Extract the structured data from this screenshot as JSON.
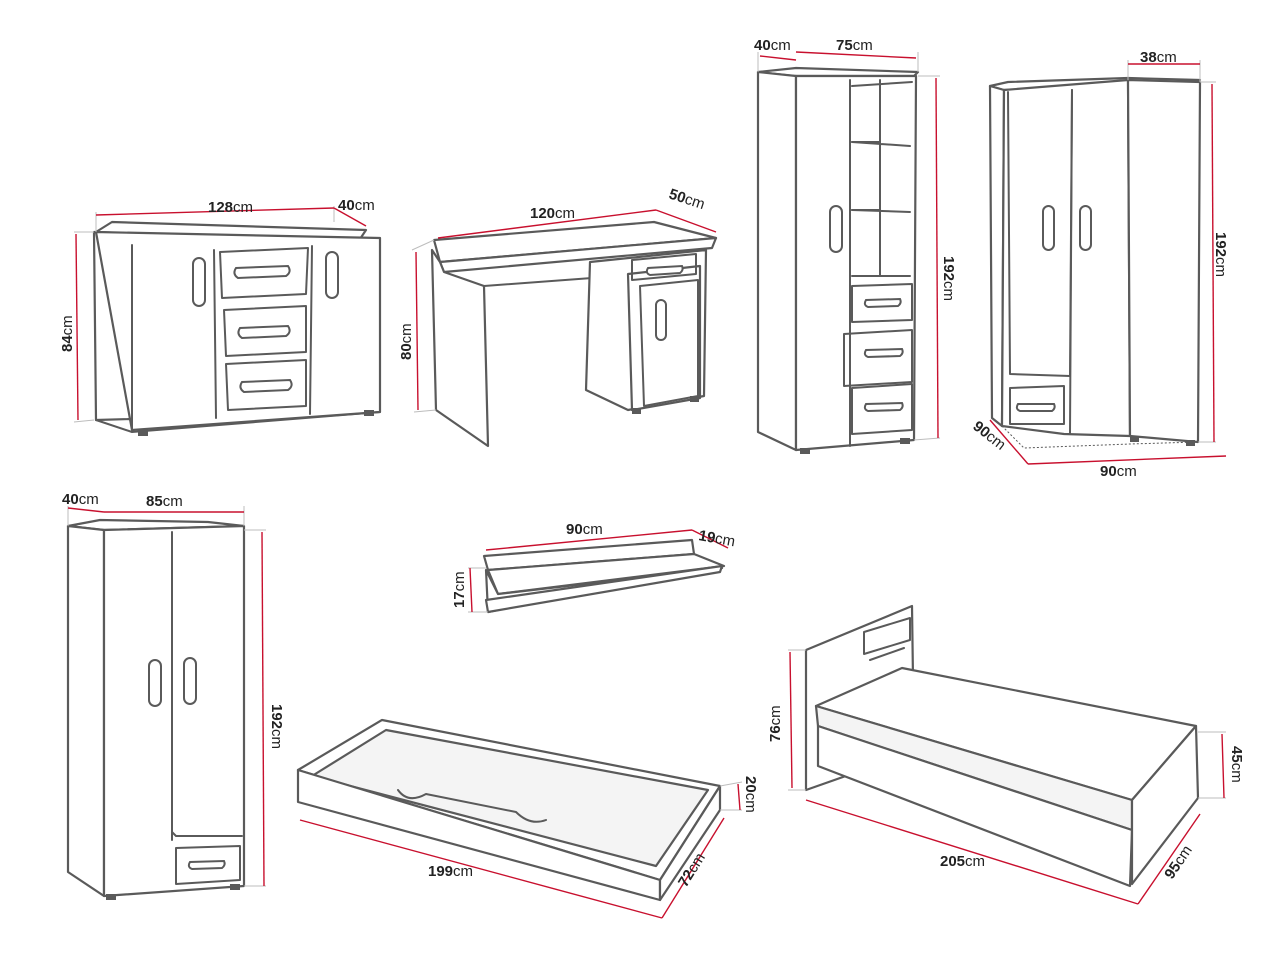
{
  "colors": {
    "dimension_line": "#c8102e",
    "outline": "#5a5a5a",
    "background": "#ffffff"
  },
  "unit": "cm",
  "pieces": {
    "dresser": {
      "width": "128",
      "depth": "40",
      "height": "84"
    },
    "desk": {
      "width": "120",
      "depth": "50",
      "height": "80"
    },
    "tall_cabinet": {
      "depth": "40",
      "width": "75",
      "height": "192"
    },
    "corner_wardrobe": {
      "side": "38",
      "height": "192",
      "depth_left": "90",
      "depth_right": "90"
    },
    "wardrobe": {
      "depth": "40",
      "width": "85",
      "height": "192"
    },
    "shelf": {
      "width": "90",
      "depth": "19",
      "height": "17"
    },
    "trundle": {
      "length": "199",
      "width": "72",
      "height": "20"
    },
    "bed": {
      "length": "205",
      "width": "95",
      "headboard_height": "76",
      "height": "45"
    }
  }
}
